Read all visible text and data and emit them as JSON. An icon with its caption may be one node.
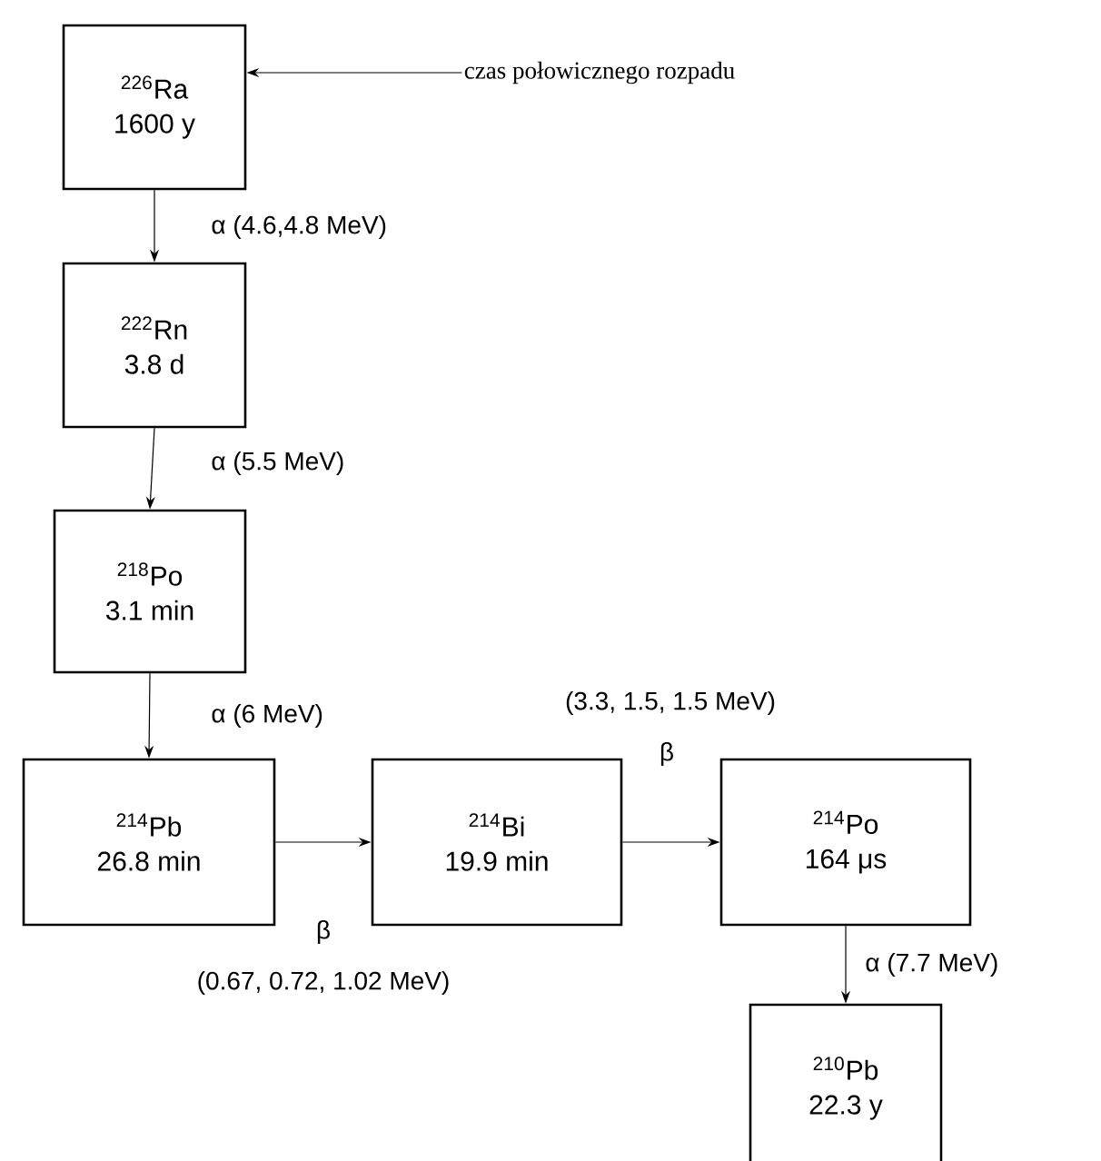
{
  "diagram": {
    "nodes": [
      {
        "text": [
          "$^{226}$Ra",
          "1600 y"
        ]
      },
      {
        "text": [
          "$^{222}$Rn",
          "3.8 d"
        ]
      },
      {
        "text": [
          "$^{218}$Po",
          "3.1 min"
        ]
      },
      {
        "text": [
          "$^{214}$Pb",
          "26.8 min"
        ]
      },
      {
        "text": [
          "$^{214}$Bi",
          "19.9 min"
        ]
      },
      {
        "text": [
          "$^{214}$Po",
          "164 μs"
        ]
      },
      {
        "text": [
          "$^{210}$Pb",
          "22.3 y"
        ]
      },
      {
        "text": [
          "czas połowicznego rozpadu"
        ]
      }
    ],
    "edges": [
      {
        "from": 0,
        "to": 1,
        "arrow": "to",
        "label": "α (4.6,4.8 MeV)"
      },
      {
        "from": 1,
        "to": 2,
        "arrow": "to",
        "label": "α (5.5 MeV)"
      },
      {
        "from": 2,
        "to": 3,
        "arrow": "to",
        "label": "α (6 MeV)"
      },
      {
        "from": 3,
        "to": 4,
        "arrow": "to",
        "label": "β"
      },
      {
        "from": 4,
        "to": 5,
        "arrow": "to",
        "label": "β"
      },
      {
        "from": 5,
        "to": 6,
        "arrow": "to",
        "label": "α (7.7 MeV)"
      },
      {
        "from": 7,
        "to": 0,
        "arrow": "to"
      }
    ],
    "labels": [
      "(3.3, 1.5, 1.5 MeV)",
      "(0.67, 0.72, 1.02 MeV)"
    ]
  }
}
